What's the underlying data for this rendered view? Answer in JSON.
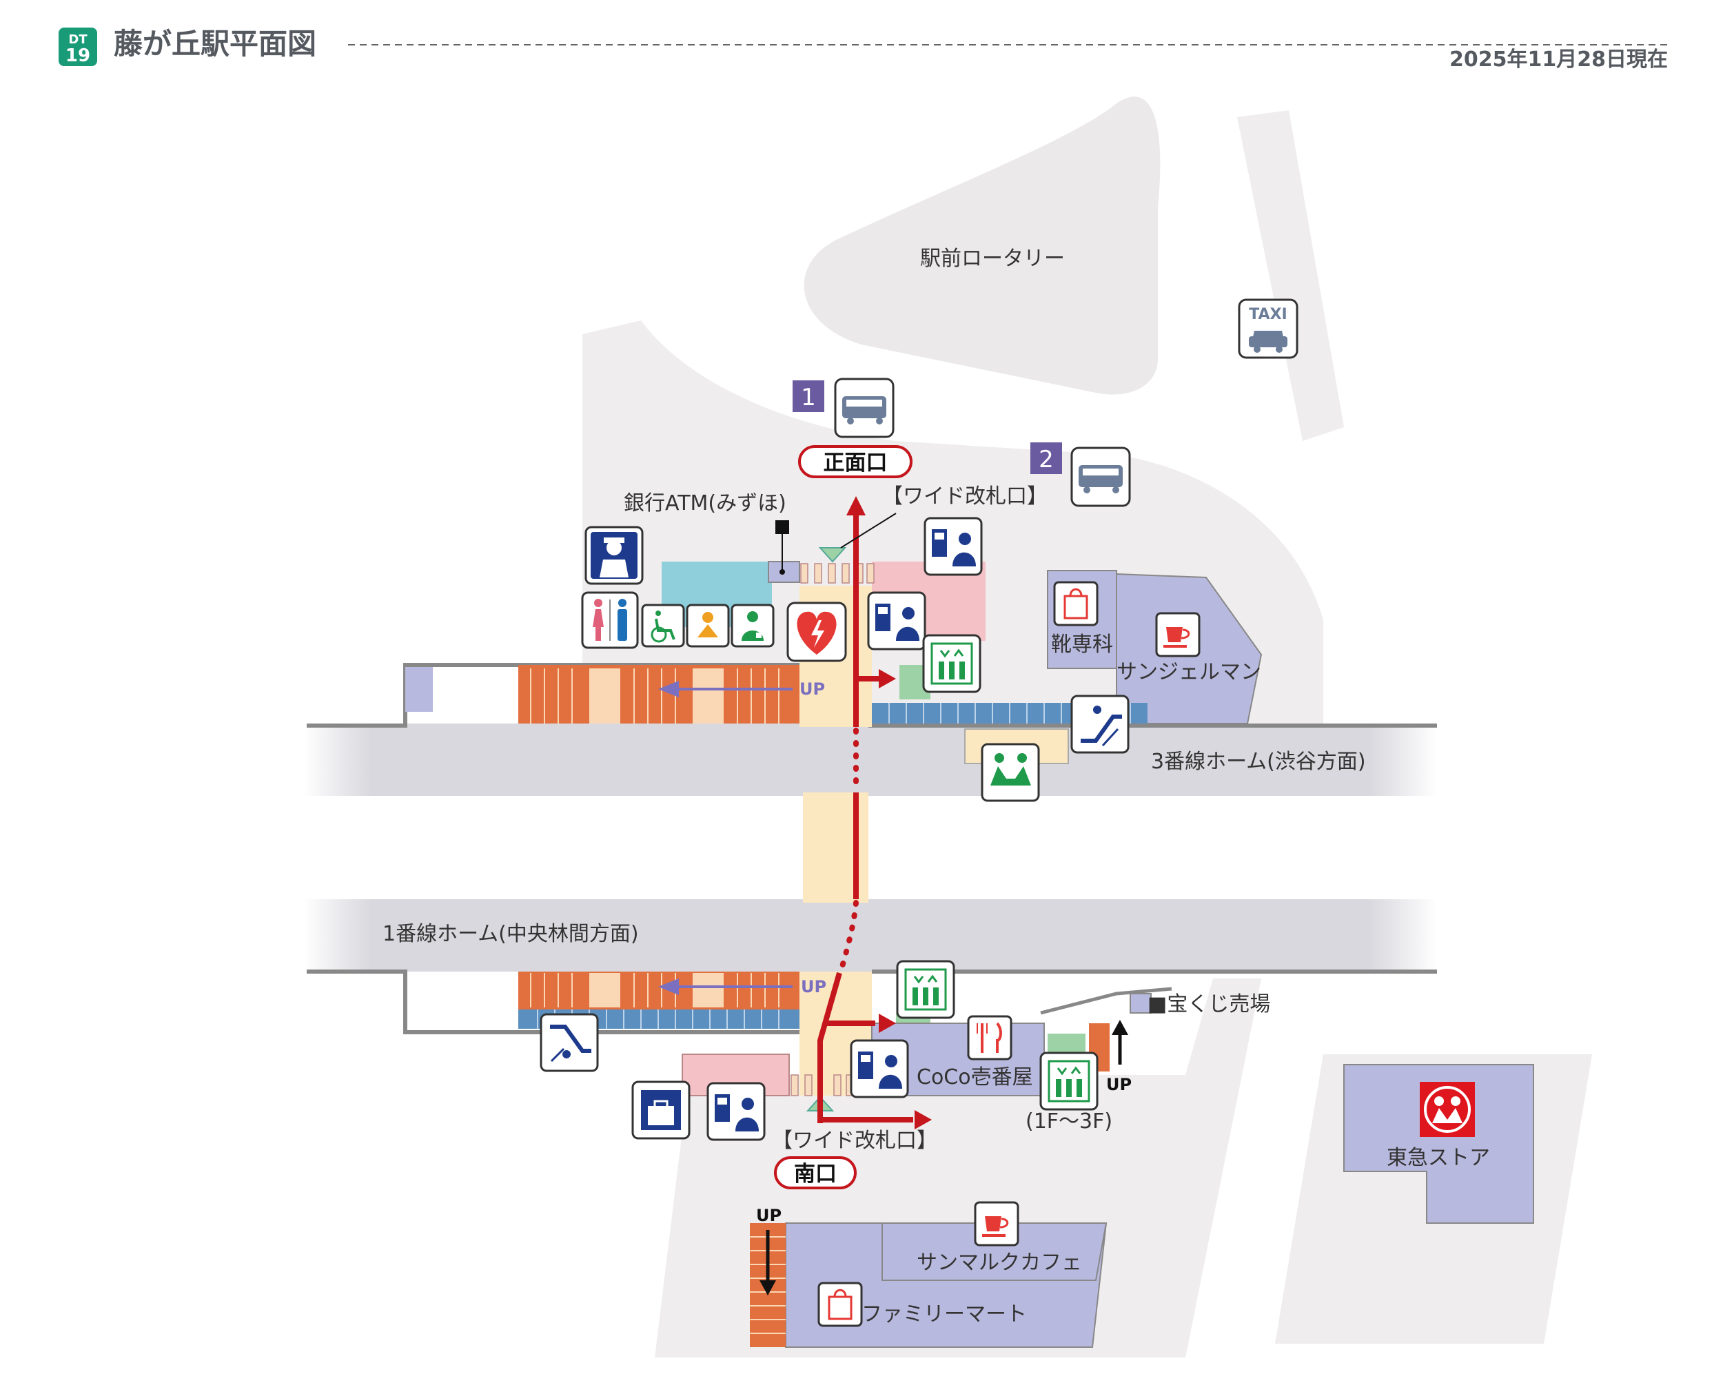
{
  "header": {
    "station_badge_line": "DT",
    "station_badge_number": "19",
    "title": "藤が丘駅平面図",
    "date": "2025年11月28日現在"
  },
  "labels": {
    "rotary": "駅前ロータリー",
    "bus_stop_1": "1",
    "bus_stop_2": "2",
    "main_exit": "正面口",
    "south_exit": "南口",
    "wide_gate_north": "【ワイド改札口】",
    "wide_gate_south": "【ワイド改札口】",
    "bank_atm": "銀行ATM(みずほ)",
    "shoe_repair": "靴専科",
    "saint_germain": "サンジェルマン",
    "platform_3": "3番線ホーム(渋谷方面)",
    "platform_1": "1番線ホーム(中央林間方面)",
    "lottery": "■宝くじ売場",
    "coco": "CoCo壱番屋",
    "elevator_floors": "(1F～3F)",
    "tokyu_store": "東急ストア",
    "st_marc": "サンマルクカフェ",
    "familymart": "ファミリーマート",
    "up_1": "UP",
    "up_2": "UP",
    "up_3": "UP",
    "up_4": "UP",
    "taxi": "TAXI"
  },
  "colors": {
    "brand_green": "#1a9b78",
    "header_gray": "#555a60",
    "route_red": "#c4161c",
    "icon_blue": "#1d3a8c",
    "icon_green": "#1f9a4b",
    "shop_purple": "#b8b9de",
    "bus_purple": "#6a5aa0",
    "stairs_orange": "#e2703f",
    "concourse_cream": "#fbe8c0",
    "platform_gray": "#d9d9de",
    "area_gray": "#efeded",
    "tokyu_red": "#e0161e"
  }
}
